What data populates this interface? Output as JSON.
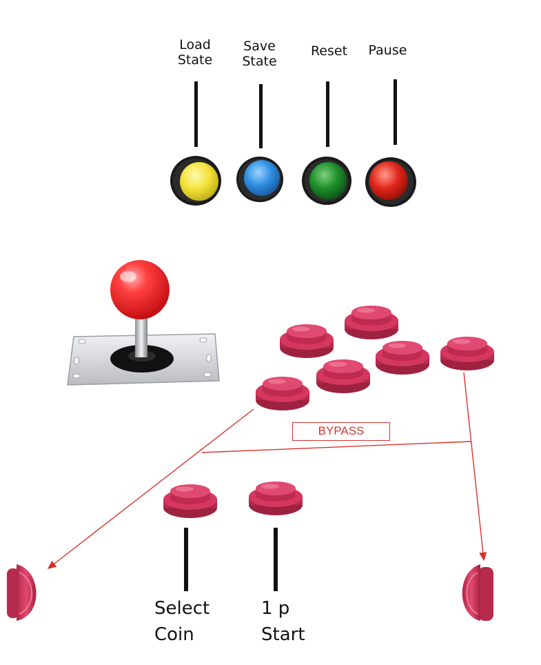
{
  "top_buttons": [
    {
      "line1": "Load",
      "line2": "State",
      "color": "#f4e53a"
    },
    {
      "line1": "Save",
      "line2": "State",
      "color": "#2f8fe0"
    },
    {
      "line1": "Reset",
      "line2": "",
      "color": "#1f8f2c"
    },
    {
      "line1": "Pause",
      "line2": "",
      "color": "#e0261a"
    }
  ],
  "bypass_label": "BYPASS",
  "bottom_labels": {
    "select_line1": "Select",
    "select_line2": "Coin",
    "start_line1": "1 p",
    "start_line2": "Start"
  },
  "colors": {
    "arcade_button": "#d6375e",
    "arrow": "#d8322c",
    "joystick_ball": "#ee2424"
  }
}
